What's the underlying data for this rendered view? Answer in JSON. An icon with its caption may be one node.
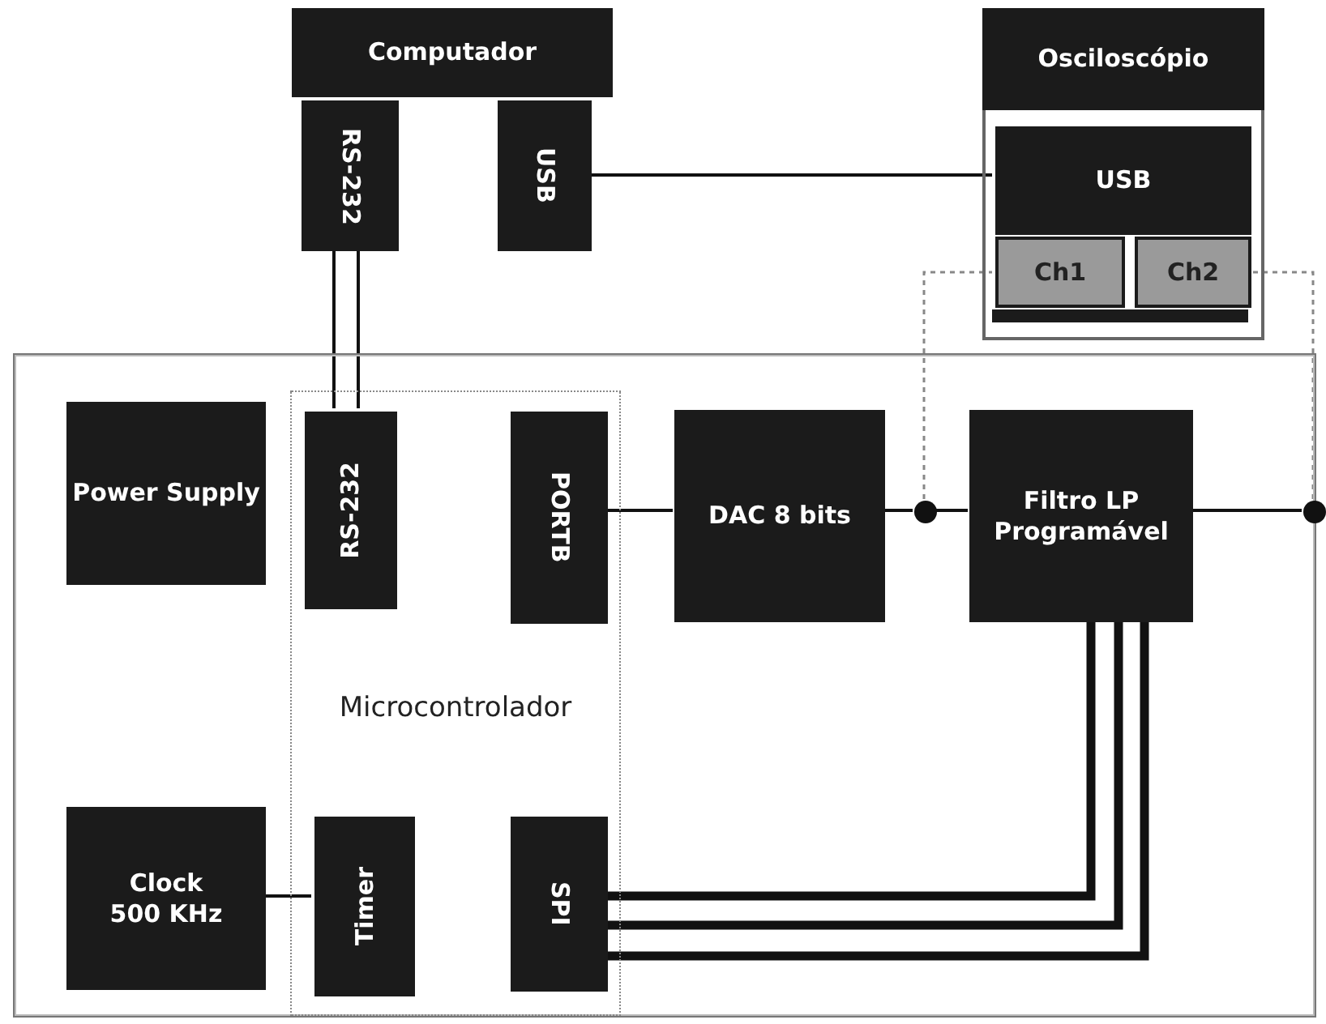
{
  "diagram": {
    "nodes": [
      {
        "text": [
          "Computador"
        ]
      },
      {
        "text": [
          "RS-232"
        ]
      },
      {
        "text": [
          "USB"
        ]
      },
      {
        "text": [
          "Osciloscópio"
        ]
      },
      {
        "text": [],
        "shape": "box"
      },
      {
        "text": [
          "USB"
        ],
        "in": 4
      },
      {
        "text": [
          "Ch1"
        ],
        "in": 4
      },
      {
        "text": [
          "Ch2"
        ],
        "in": 4
      },
      {
        "text": [],
        "shape": "box"
      },
      {
        "text": [
          "Power Supply"
        ],
        "in": 8
      },
      {
        "text": [
          "Microcontrolador"
        ],
        "in": 8
      },
      {
        "text": [
          "RS-232"
        ],
        "in": 10
      },
      {
        "text": [
          "PORTB"
        ],
        "in": 10
      },
      {
        "text": [
          "Timer"
        ],
        "in": 10
      },
      {
        "text": [
          "SPI"
        ],
        "in": 10
      },
      {
        "text": [
          "DAC 8 bits"
        ],
        "in": 8
      },
      {
        "text": [
          "Filtro LP Programável"
        ],
        "in": 8
      },
      {
        "text": [
          "Clock 500 KHz"
        ],
        "in": 8
      },
      {
        "text": [],
        "shape": "circle",
        "in": 8
      },
      {
        "text": [],
        "shape": "circle",
        "in": 8
      }
    ],
    "edges": [
      {
        "from": 1,
        "to": 11,
        "arrow": "none"
      },
      {
        "from": 1,
        "to": 11,
        "arrow": "none"
      },
      {
        "from": 2,
        "to": 5,
        "arrow": "none"
      },
      {
        "from": 12,
        "to": 15,
        "arrow": "none"
      },
      {
        "from": 15,
        "to": 18,
        "arrow": "none"
      },
      {
        "from": 18,
        "to": 16,
        "arrow": "none"
      },
      {
        "from": 16,
        "to": 19,
        "arrow": "none"
      },
      {
        "from": 18,
        "to": 6,
        "arrow": "none",
        "style": "dashed",
        "color": "#888888"
      },
      {
        "from": 19,
        "to": 7,
        "arrow": "none",
        "style": "dashed",
        "color": "#888888"
      },
      {
        "from": 17,
        "to": 13,
        "arrow": "none"
      },
      {
        "from": 14,
        "to": 16,
        "arrow": "none",
        "style": "thick"
      },
      {
        "from": 14,
        "to": 16,
        "arrow": "none",
        "style": "thick"
      },
      {
        "from": 14,
        "to": 16,
        "arrow": "none",
        "style": "thick"
      }
    ]
  }
}
